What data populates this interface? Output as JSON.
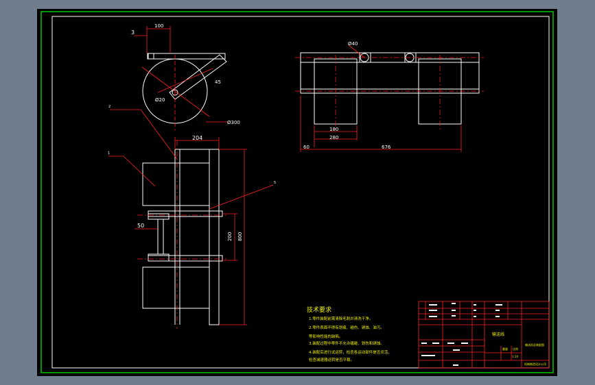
{
  "drawing": {
    "background_color": "#6f7d8c",
    "paper_color": "#000000",
    "border_color": "#00c800",
    "geometry_color": "#ffffff",
    "dimension_color": "#ff2020",
    "text_color": "#f0f000",
    "table_line_color": "#ff2020"
  },
  "top_view": {
    "dim_gap": "3",
    "dim_width": "100",
    "dim_angle": "45",
    "dim_shaft_dia": "Ø20",
    "dim_disc_dia": "Ø300"
  },
  "side_view": {
    "dim_hub_dia": "Ø40",
    "dim_roller_len": "180",
    "dim_span": "280",
    "dim_left": "60",
    "dim_total": "676"
  },
  "front_view": {
    "dim_top_width": "204",
    "dim_offset": "50",
    "dim_spacing": "200",
    "dim_height": "800",
    "balloon_1": "1",
    "balloon_2": "2",
    "balloon_5": "5"
  },
  "notes": {
    "title": "技术要求",
    "lines": [
      "1.零件装配前需清除毛刺并清洗干净。",
      "2.零件表面不得有划痕、碰伤、锈蚀、油污。",
      "  等影响性能的缺陷。",
      "3.装配过程中零件不允许磕碰、划伤和锈蚀。",
      "4.装配后进行试运转，检查各运动部件是否灵活，",
      "  检查减速器运转是否平稳。"
    ]
  },
  "title_block": {
    "part_name": "输送线",
    "drawing_no": "输送机总装配图",
    "company": "机械制造设计公司",
    "label_weight": "重量",
    "label_scale": "比例",
    "scale": "1:10"
  }
}
